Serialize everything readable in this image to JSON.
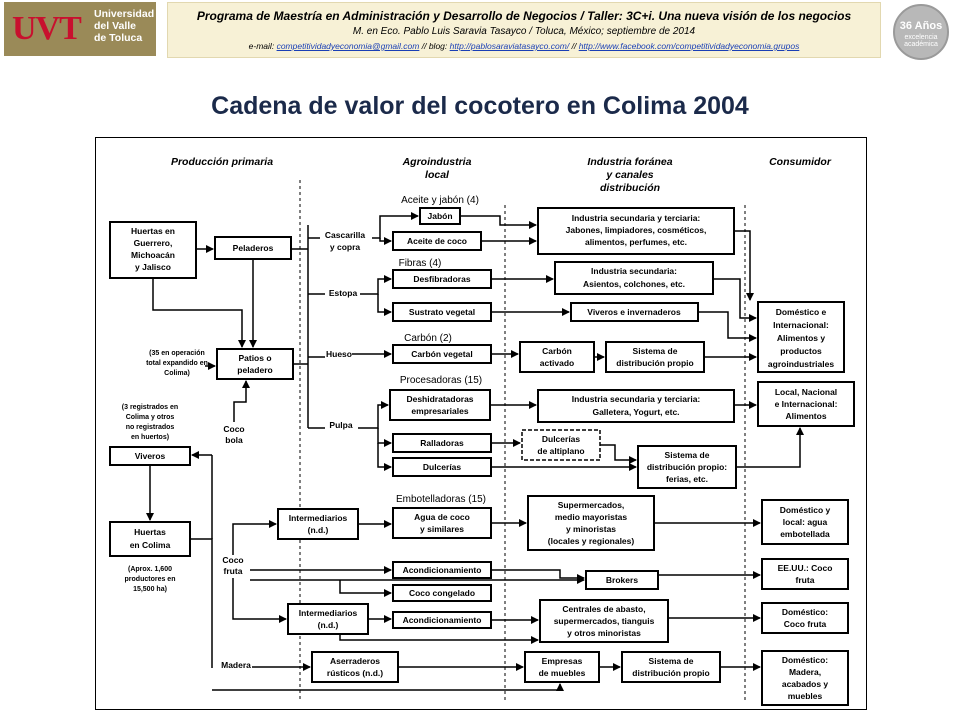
{
  "header": {
    "logo_mark": "UVT",
    "logo_text": [
      "Universidad",
      "del Valle",
      "de Toluca"
    ],
    "line1": "Programa de Maestría en Administración y Desarrollo de Negocios / Taller: 3C+i. Una nueva visión de los negocios",
    "line2": "M. en Eco. Pablo Luis Saravia Tasayco / Toluca, México; septiembre de 2014",
    "email_label": "e-mail:",
    "email": "competitividadyeconomia@gmail.com",
    "blog_sep": "// blog:",
    "blog": "http://pablosaraviatasayco.com/",
    "fb_sep": "//",
    "facebook": "http://www.facebook.com/competitividadyeconomia.grupos",
    "seal_top": "36 Años",
    "seal_bottom": "excelencia académica"
  },
  "title": "Cadena de valor del cocotero en Colima 2004",
  "diagram": {
    "columns": [
      "Producción primaria",
      "Agroindustria local",
      "Industria foránea y canales distribución",
      "Consumidor"
    ],
    "groups": [
      "Aceite y jabón (4)",
      "Fibras (4)",
      "Carbón (2)",
      "Procesadoras (15)",
      "Embotelladoras (15)"
    ],
    "primary": {
      "huertas_gro": [
        "Huertas en",
        "Guerrero,",
        "Michoacán",
        "y Jalisco"
      ],
      "peladeros": "Peladeros",
      "patios_note": [
        "(35 en operación",
        "total expandido en",
        "Colima)"
      ],
      "patios": [
        "Patios o",
        "peladero"
      ],
      "coco_bola": [
        "Coco",
        "bola"
      ],
      "viveros_note": [
        "(3 registrados en",
        "Colima y otros",
        "no registrados",
        "en huertos)"
      ],
      "viveros": "Viveros",
      "huertas_col": [
        "Huertas",
        "en Colima"
      ],
      "huertas_note": [
        "(Aprox. 1,600",
        "productores en",
        "15,500 ha)"
      ]
    },
    "parts": {
      "cascarilla": [
        "Cascarilla",
        "y copra"
      ],
      "estopa": "Estopa",
      "hueso": "Hueso",
      "pulpa": "Pulpa",
      "coco_fruta": [
        "Coco",
        "fruta"
      ],
      "madera": "Madera"
    },
    "agro": {
      "jabon": "Jabón",
      "aceite": "Aceite de coco",
      "desfibradoras": "Desfibradoras",
      "sustrato": "Sustrato vegetal",
      "carbon_veg": "Carbón vegetal",
      "deshidratadoras": [
        "Deshidratadoras",
        "empresariales"
      ],
      "ralladoras": "Ralladoras",
      "dulcerias": "Dulcerías",
      "inter1": [
        "Intermediarios",
        "(n.d.)"
      ],
      "agua": [
        "Agua de coco",
        "y similares"
      ],
      "acond1": "Acondicionamiento",
      "congelado": "Coco congelado",
      "inter2": [
        "Intermediarios",
        "(n.d.)"
      ],
      "acond2": "Acondicionamiento",
      "aserraderos": [
        "Aserraderos",
        "rústicos (n.d.)"
      ]
    },
    "foreign": {
      "ind_jabones": [
        "Industria secundaria y terciaria:",
        "Jabones, limpiadores, cosméticos,",
        "alimentos, perfumes, etc."
      ],
      "ind_asientos": [
        "Industria secundaria:",
        "Asientos, colchones, etc."
      ],
      "viveros_inv": "Viveros e invernaderos",
      "carbon_activado": [
        "Carbón",
        "activado"
      ],
      "sistema1": [
        "Sistema de",
        "distribución propio"
      ],
      "ind_galletera": [
        "Industria secundaria y terciaria:",
        "Galletera, Yogurt, etc."
      ],
      "dulcerias_alt": [
        "Dulcerías",
        "de altiplano"
      ],
      "sistema2": [
        "Sistema de",
        "distribución propio:",
        "ferias, etc."
      ],
      "supermercados": [
        "Supermercados,",
        "medio mayoristas",
        "y minoristas",
        "(locales y regionales)"
      ],
      "brokers": "Brokers",
      "centrales": [
        "Centrales de abasto,",
        "supermercados, tianguis",
        "y otros minoristas"
      ],
      "empresas_muebles": [
        "Empresas",
        "de muebles"
      ],
      "sistema3": [
        "Sistema de",
        "distribución propio"
      ]
    },
    "consumer": {
      "dom_int": [
        "Doméstico e",
        "Internacional:",
        "Alimentos y",
        "productos",
        "agroindustriales"
      ],
      "local_nac": [
        "Local, Nacional",
        "e Internacional:",
        "Alimentos"
      ],
      "dom_agua": [
        "Doméstico y",
        "local: agua",
        "embotellada"
      ],
      "eeuu": [
        "EE.UU.: Coco",
        "fruta"
      ],
      "dom_coco": [
        "Doméstico:",
        "Coco fruta"
      ],
      "dom_madera": [
        "Doméstico:",
        "Madera,",
        "acabados y",
        "muebles"
      ]
    }
  }
}
